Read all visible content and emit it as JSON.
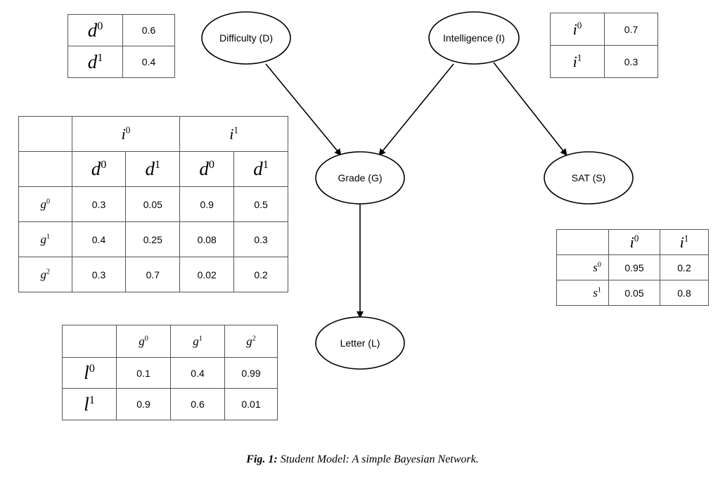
{
  "nodes": {
    "difficulty": "Difficulty (D)",
    "intelligence": "Intelligence (I)",
    "grade": "Grade (G)",
    "sat": "SAT (S)",
    "letter": "Letter (L)"
  },
  "cpt_d": {
    "rows": [
      {
        "var": "d",
        "state": "0",
        "p": "0.6"
      },
      {
        "var": "d",
        "state": "1",
        "p": "0.4"
      }
    ]
  },
  "cpt_i": {
    "rows": [
      {
        "var": "i",
        "state": "0",
        "p": "0.7"
      },
      {
        "var": "i",
        "state": "1",
        "p": "0.3"
      }
    ]
  },
  "cpt_g": {
    "i_headers": [
      {
        "var": "i",
        "state": "0"
      },
      {
        "var": "i",
        "state": "1"
      }
    ],
    "d_headers": [
      {
        "var": "d",
        "state": "0"
      },
      {
        "var": "d",
        "state": "1"
      },
      {
        "var": "d",
        "state": "0"
      },
      {
        "var": "d",
        "state": "1"
      }
    ],
    "rows": [
      {
        "var": "g",
        "state": "0",
        "values": [
          "0.3",
          "0.05",
          "0.9",
          "0.5"
        ]
      },
      {
        "var": "g",
        "state": "1",
        "values": [
          "0.4",
          "0.25",
          "0.08",
          "0.3"
        ]
      },
      {
        "var": "g",
        "state": "2",
        "values": [
          "0.3",
          "0.7",
          "0.02",
          "0.2"
        ]
      }
    ]
  },
  "cpt_s": {
    "headers": [
      {
        "var": "i",
        "state": "0"
      },
      {
        "var": "i",
        "state": "1"
      }
    ],
    "rows": [
      {
        "var": "s",
        "state": "0",
        "values": [
          "0.95",
          "0.2"
        ]
      },
      {
        "var": "s",
        "state": "1",
        "values": [
          "0.05",
          "0.8"
        ]
      }
    ]
  },
  "cpt_l": {
    "headers": [
      {
        "var": "g",
        "state": "0"
      },
      {
        "var": "g",
        "state": "1"
      },
      {
        "var": "g",
        "state": "2"
      }
    ],
    "rows": [
      {
        "var": "l",
        "state": "0",
        "values": [
          "0.1",
          "0.4",
          "0.99"
        ]
      },
      {
        "var": "l",
        "state": "1",
        "values": [
          "0.9",
          "0.6",
          "0.01"
        ]
      }
    ]
  },
  "caption": {
    "label": "Fig. 1:",
    "text": "Student Model: A simple Bayesian Network."
  }
}
